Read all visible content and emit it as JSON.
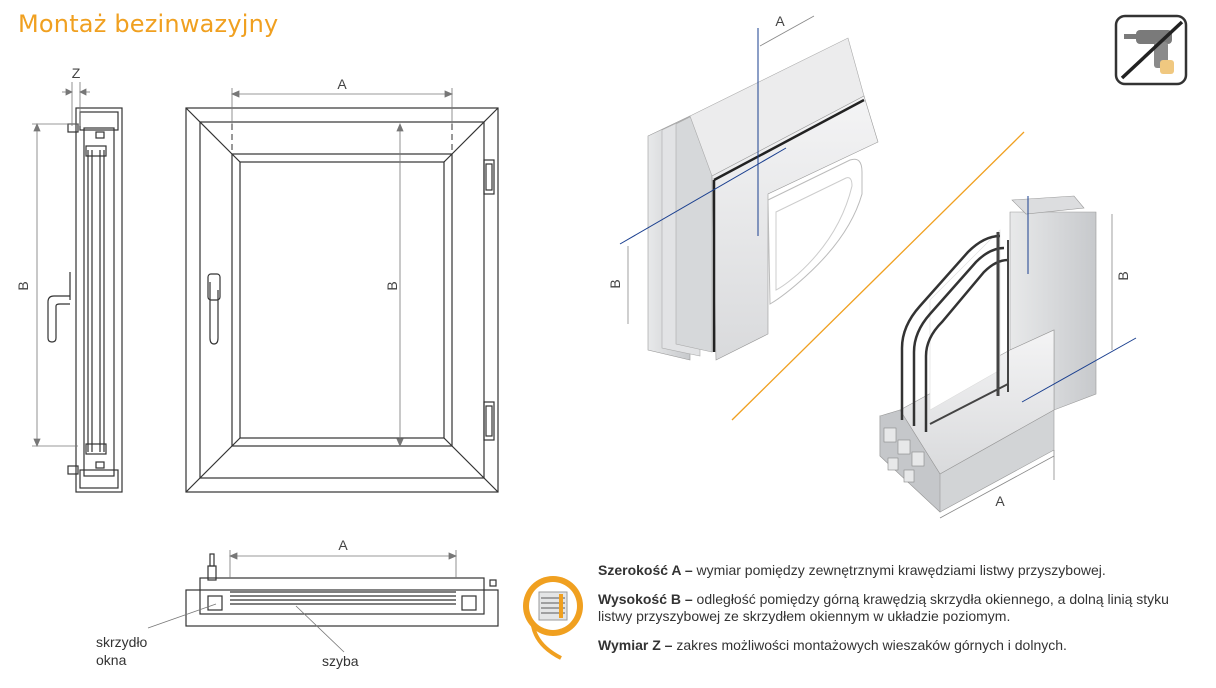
{
  "title": "Montaż bezinwazyjny",
  "dimensions": {
    "a": "A",
    "b": "B",
    "z": "Z"
  },
  "labels": {
    "sash_line1": "skrzydło",
    "sash_line2": "okna",
    "glass": "szyba"
  },
  "legend": [
    {
      "term": "Szerokość A –",
      "text": " wymiar pomiędzy zewnętrznymi krawędziami listwy przyszybowej."
    },
    {
      "term": "Wysokość B –",
      "text": " odległość pomiędzy górną krawędzią skrzydła okiennego, a dolną linią styku listwy przyszybowej ze skrzydłem okiennym w układzie poziomym."
    },
    {
      "term": "Wymiar Z –",
      "text": " zakres możliwości montażowych wieszaków górnych i dolnych."
    }
  ],
  "icons": {
    "top_right": "no-drilling-icon",
    "info": "blind-info-icon"
  },
  "colors": {
    "title": "#f0a020",
    "accent_orange": "#f0a020",
    "dimension_line": "#1a3f8f",
    "frame_stroke": "#333333"
  }
}
